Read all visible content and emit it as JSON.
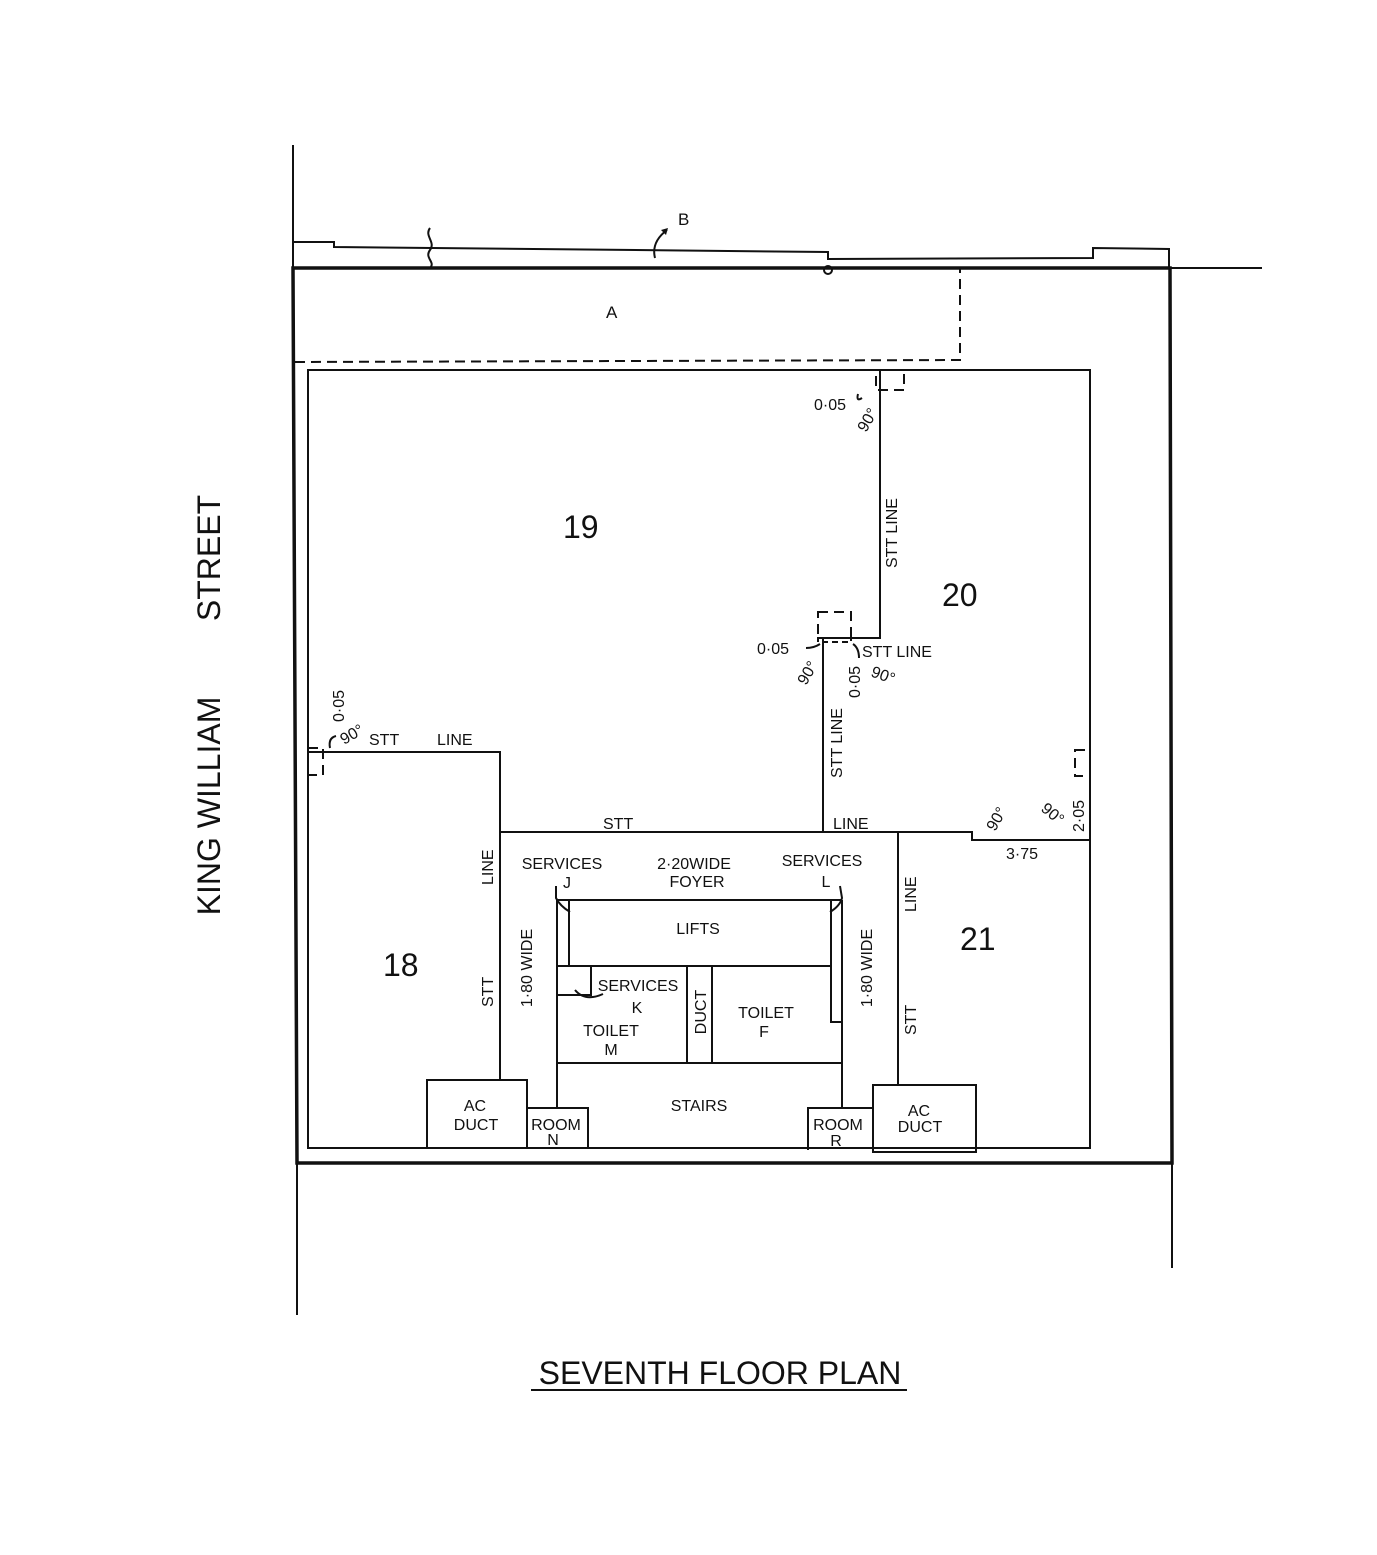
{
  "title": "SEVENTH FLOOR PLAN",
  "street": {
    "part1": "KING WILLIAM",
    "part2": "STREET"
  },
  "markers": {
    "a": "A",
    "b": "B"
  },
  "units": {
    "u18": "18",
    "u19": "19",
    "u20": "20",
    "u21": "21"
  },
  "labels": {
    "stt": "STT",
    "line": "LINE",
    "stt_line": "STT LINE",
    "services": "SERVICES",
    "j": "J",
    "l": "L",
    "k": "K",
    "foyer_width": "2·20WIDE",
    "foyer": "FOYER",
    "lifts": "LIFTS",
    "toilet": "TOILET",
    "m": "M",
    "f": "F",
    "duct": "DUCT",
    "stairs": "STAIRS",
    "room": "ROOM",
    "n": "N",
    "r": "R",
    "ac": "AC",
    "corridor_width": "1·80 WIDE"
  },
  "dimensions": {
    "d005": "0·05",
    "d205": "2·05",
    "d375": "3·75",
    "angle": "90°"
  },
  "colors": {
    "ink": "#111111",
    "paper": "#ffffff"
  }
}
